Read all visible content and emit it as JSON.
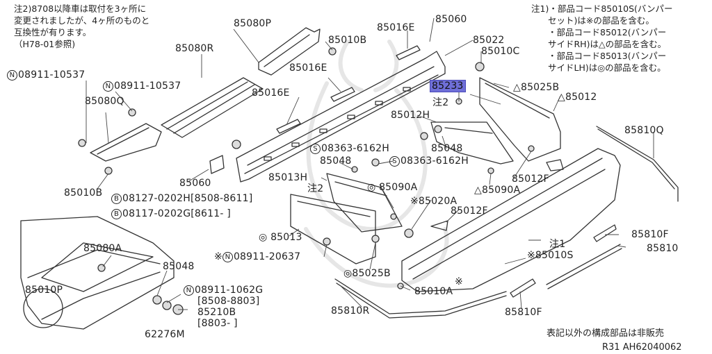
{
  "diagram": {
    "top_left_note": [
      "注2)8708以降車は取付を3ヶ所に",
      "変更されましたが、4ヶ所のものと",
      "互換性が有ります。",
      "（H78-01参照)"
    ],
    "top_right_note": [
      "注1)・部品コード85010S(バンパー",
      "セット)は※の部品を含む。",
      "・部品コード85012(バンパー",
      "サイドRH)は△の部品を含む。",
      "・部品コード85013(バンパー",
      "サイドLH)は◎の部品を含む。"
    ],
    "footer_note": "表記以外の構成部品は非販売",
    "diagram_code": "R31  AH62040062",
    "highlighted_part": "85233",
    "part_labels": [
      {
        "id": "p85080P",
        "text": "85080P"
      },
      {
        "id": "p85080R",
        "text": "85080R"
      },
      {
        "id": "pN08911_a",
        "text": "08911-10537",
        "prefix": "N"
      },
      {
        "id": "pN08911_b",
        "text": "08911-10537",
        "prefix": "N"
      },
      {
        "id": "p85080Q",
        "text": "85080Q"
      },
      {
        "id": "p85010B_top",
        "text": "85010B"
      },
      {
        "id": "p85016E_1",
        "text": "85016E"
      },
      {
        "id": "p85060_top",
        "text": "85060"
      },
      {
        "id": "p85022",
        "text": "85022"
      },
      {
        "id": "p85010C",
        "text": "85010C"
      },
      {
        "id": "p85016E_2",
        "text": "85016E"
      },
      {
        "id": "p85016E_3",
        "text": "85016E"
      },
      {
        "id": "p85233",
        "text": "85233"
      },
      {
        "id": "pnote2_a",
        "text": "注2"
      },
      {
        "id": "p85012H",
        "text": "85012H"
      },
      {
        "id": "p85025B_top",
        "text": "△85025B"
      },
      {
        "id": "p85012",
        "text": "△85012"
      },
      {
        "id": "p85810Q",
        "text": "85810Q"
      },
      {
        "id": "pS08363_a",
        "text": "08363-6162H",
        "prefix": "S"
      },
      {
        "id": "p85048_a",
        "text": "85048"
      },
      {
        "id": "p85048_b",
        "text": "85048"
      },
      {
        "id": "pS08363_b",
        "text": "08363-6162H",
        "prefix": "S"
      },
      {
        "id": "p85012F_a",
        "text": "85012F"
      },
      {
        "id": "p85010B_left",
        "text": "85010B"
      },
      {
        "id": "p85060_left",
        "text": "85060"
      },
      {
        "id": "p85013H",
        "text": "85013H"
      },
      {
        "id": "pnote2_b",
        "text": "注2"
      },
      {
        "id": "p85090A_a",
        "text": "◎ 85090A"
      },
      {
        "id": "p85090A_b",
        "text": "△85090A"
      },
      {
        "id": "pB08127",
        "text": "08127-0202H[8508-8611]",
        "prefix": "B"
      },
      {
        "id": "pB08117",
        "text": "08117-0202G[8611-    ]",
        "prefix": "B"
      },
      {
        "id": "p85020A",
        "text": "※85020A"
      },
      {
        "id": "p85012F_b",
        "text": "85012F"
      },
      {
        "id": "p85013",
        "text": "◎ 85013"
      },
      {
        "id": "p85810F_a",
        "text": "85810F"
      },
      {
        "id": "pnote1",
        "text": "注1"
      },
      {
        "id": "p85810_right",
        "text": "85810"
      },
      {
        "id": "p85080A",
        "text": "85080A"
      },
      {
        "id": "pN08911_20637",
        "text": "08911-20637",
        "prefix": "N",
        "prelead": "※"
      },
      {
        "id": "p85010S",
        "text": "※85010S"
      },
      {
        "id": "p85048_c",
        "text": "85048"
      },
      {
        "id": "p85025B_bot",
        "text": "◎85025B"
      },
      {
        "id": "pstar",
        "text": "※"
      },
      {
        "id": "p85010P",
        "text": "85010P"
      },
      {
        "id": "pN08911_1062G",
        "text": "08911-1062G",
        "prefix": "N"
      },
      {
        "id": "p8508_8803",
        "text": "[8508-8803]"
      },
      {
        "id": "p85210B",
        "text": "85210B"
      },
      {
        "id": "p8803",
        "text": "[8803-    ]"
      },
      {
        "id": "p85010A",
        "text": "85010A"
      },
      {
        "id": "p85810R",
        "text": "85810R"
      },
      {
        "id": "p85810F_b",
        "text": "85810F"
      },
      {
        "id": "p62276M",
        "text": "62276M"
      }
    ]
  }
}
